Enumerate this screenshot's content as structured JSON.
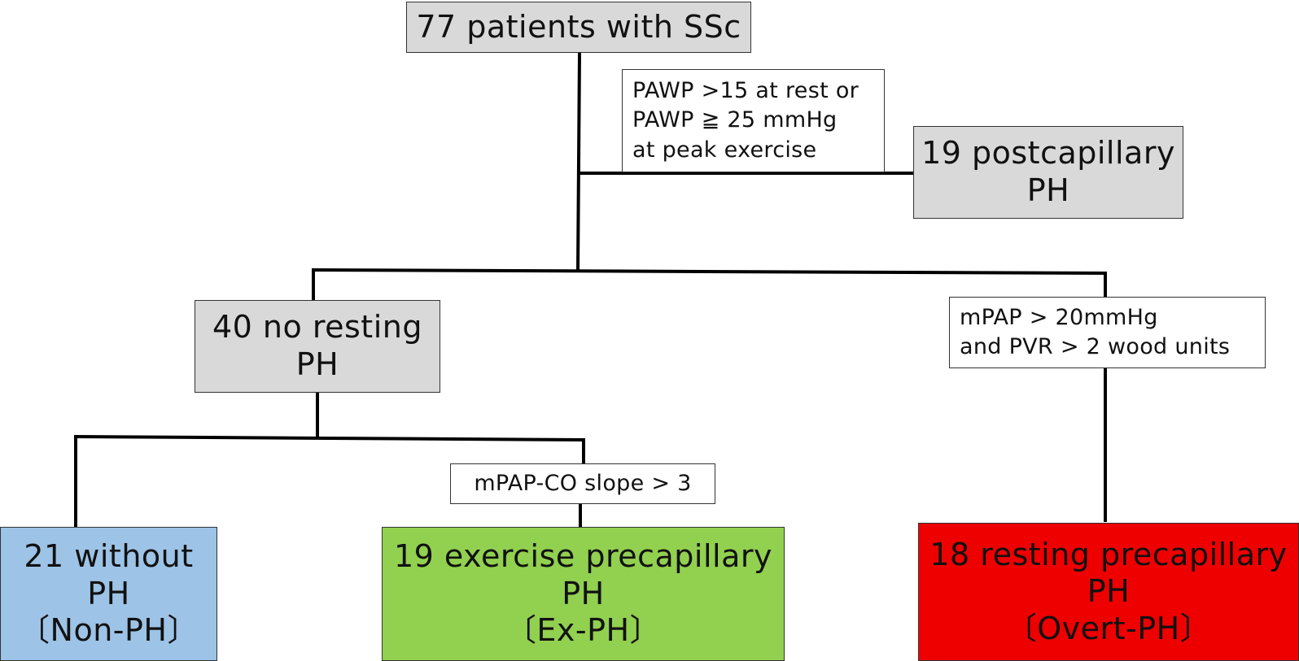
{
  "colors": {
    "gray": "#d9d9d9",
    "blue": "#9dc3e6",
    "green": "#92d050",
    "red": "#ee0000",
    "line": "#000000"
  },
  "nodes": {
    "root": {
      "line1": "77 patients with SSc"
    },
    "postcapillary": {
      "line1": "19 postcapillary",
      "line2": "PH"
    },
    "no_resting": {
      "line1": "40 no resting",
      "line2": "PH"
    },
    "non_ph": {
      "line1": "21 without",
      "line2": "PH",
      "line3": "〔Non-PH〕"
    },
    "ex_ph": {
      "line1": "19 exercise precapillary",
      "line2": "PH",
      "line3": "〔Ex-PH〕"
    },
    "overt_ph": {
      "line1": "18 resting precapillary",
      "line2": "PH",
      "line3": "〔Overt-PH〕"
    }
  },
  "criteria": {
    "pawp": {
      "line1": "PAWP >15 at rest or",
      "line2": "PAWP ≧ 25 mmHg",
      "line3": "at peak exercise"
    },
    "mpap_pvr": {
      "line1": "mPAP > 20mmHg",
      "line2": "and PVR > 2 wood units"
    },
    "slope": {
      "line1": "mPAP-CO slope > 3"
    }
  }
}
